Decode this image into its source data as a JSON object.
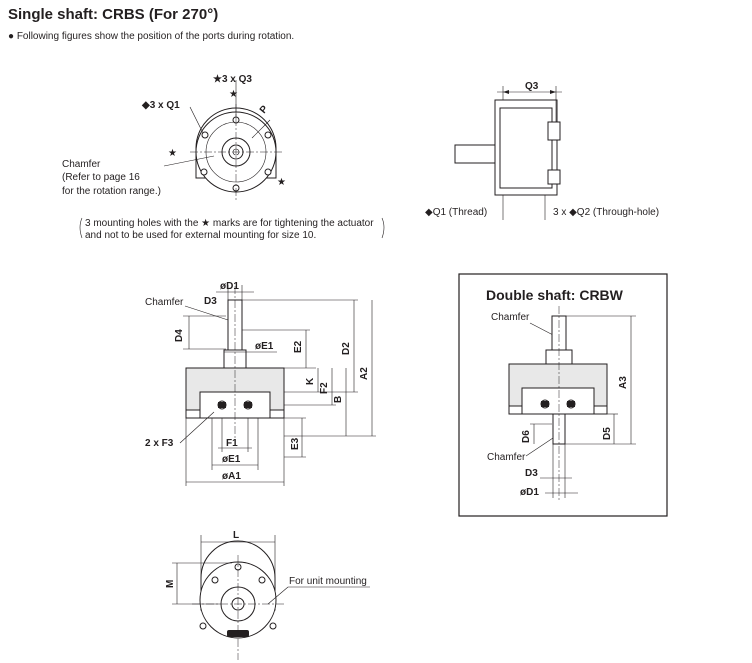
{
  "header": {
    "title": "Single shaft: CRBS (For 270°)",
    "note": "● Following figures show the position of the ports during rotation."
  },
  "top_left": {
    "q3_label": "★3 x Q3",
    "q1_label": "◆3 x Q1",
    "p_label": "P",
    "chamfer_1": "Chamfer",
    "chamfer_2": "(Refer to page 16",
    "chamfer_3": "for the rotation range.)",
    "star": "★",
    "mount_note_1": "3 mounting holes with the ★ marks are for tightening the actuator",
    "mount_note_2": "and not to be used for external mounting for size 10."
  },
  "top_right": {
    "q3_label": "Q3",
    "q1_label": "◆Q1 (Thread)",
    "q2_label": "3 x ◆Q2 (Through-hole)"
  },
  "middle": {
    "d1": "øD1",
    "chamfer": "Chamfer",
    "d3": "D3",
    "d4": "D4",
    "e1": "øE1",
    "e2": "E2",
    "d2": "D2",
    "a2": "A2",
    "k": "K",
    "f2": "F2",
    "b": "B",
    "f3": "2 x F3",
    "f1": "F1",
    "e1b": "øE1",
    "e3": "E3",
    "a1": "øA1"
  },
  "double": {
    "title": "Double shaft: CRBW",
    "chamfer_top": "Chamfer",
    "a3": "A3",
    "d6": "D6",
    "d5": "D5",
    "chamfer_bottom": "Chamfer",
    "d3": "D3",
    "d1": "øD1"
  },
  "bottom": {
    "l": "L",
    "m": "M",
    "unit_mounting": "For unit mounting"
  }
}
